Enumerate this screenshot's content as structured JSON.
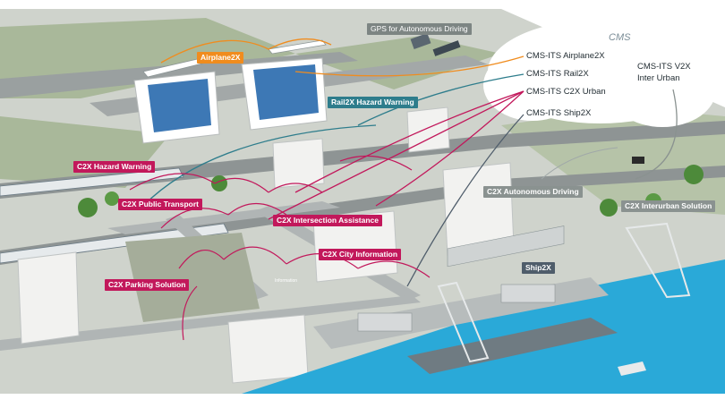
{
  "cms": {
    "title": "CMS",
    "airplane": "CMS-ITS Airplane2X",
    "rail": "CMS-ITS Rail2X",
    "c2x_urban": "CMS-ITS C2X Urban",
    "ship": "CMS-ITS Ship2X",
    "v2x_line1": "CMS-ITS V2X",
    "v2x_line2": "Inter Urban"
  },
  "labels": {
    "gps": "GPS for Autonomous Driving",
    "airplane2x": "Airplane2X",
    "rail2x_hazard": "Rail2X Hazard Warning",
    "c2x_hazard": "C2X Hazard Warning",
    "c2x_public": "C2X Public Transport",
    "c2x_intersection": "C2X Intersection Assistance",
    "c2x_city": "C2X City Information",
    "c2x_parking": "C2X Parking Solution",
    "c2x_autonomous": "C2X Autonomous Driving",
    "c2x_interurban": "C2X Interurban Solution",
    "ship2x": "Ship2X",
    "information_sign": "Information"
  },
  "colors": {
    "c2x": "#c2185b",
    "airplane": "#f08c1e",
    "rail": "#2e7d8c",
    "ship": "#4f5d6b",
    "water": "#2aa9d8",
    "ground": "#cfd3cc",
    "grass": "#a9b89a"
  }
}
